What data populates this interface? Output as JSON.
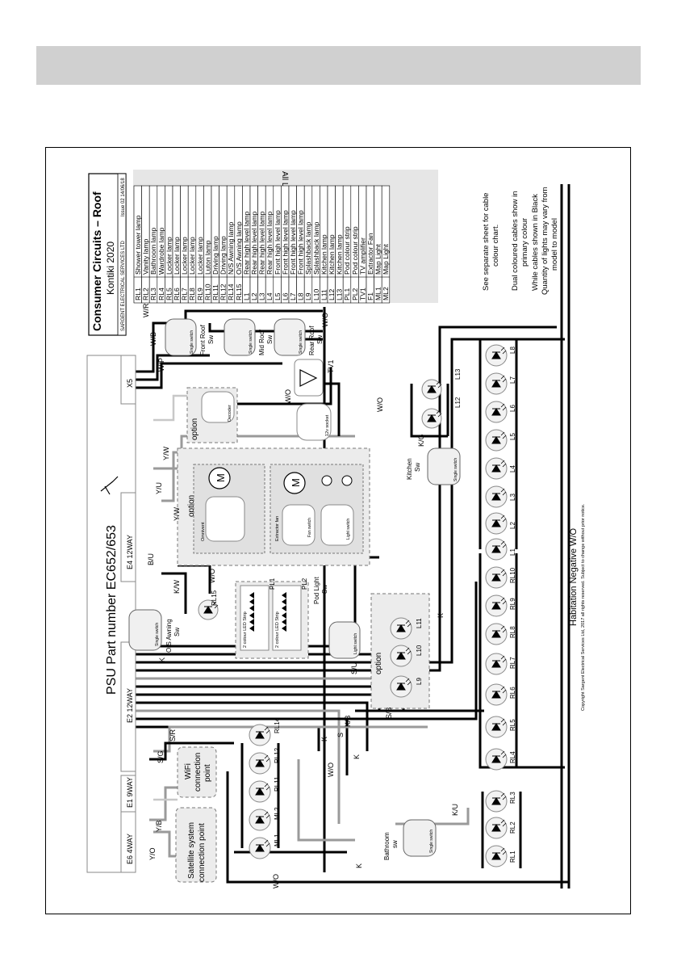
{
  "header": {
    "title": "Consumer Circuits – Roof",
    "subtitle": "Kontiki 2020",
    "company": "SARGENT ELECTRICAL SERVICES LTD",
    "issue": "Issue 02  14/06/18"
  },
  "psu_part": "PSU Part number EC652/653",
  "connectors": {
    "e6": "E6 4WAY",
    "e1": "E1 9WAY",
    "e2": "E2 12WAY",
    "e4": "E4 12WAY",
    "x5": "X5"
  },
  "all_led": "All LED",
  "legend": [
    {
      "code": "RL1",
      "desc": "Shower tower lamp"
    },
    {
      "code": "RL2",
      "desc": "Vanity lamp"
    },
    {
      "code": "RL3",
      "desc": "Bathroom lamp"
    },
    {
      "code": "RL4",
      "desc": "Wardrobe lamp"
    },
    {
      "code": "RL5",
      "desc": "Locker lamp"
    },
    {
      "code": "RL6",
      "desc": "Locker lamp"
    },
    {
      "code": "RL7",
      "desc": "Locker lamp"
    },
    {
      "code": "RL8",
      "desc": "Locker lamp"
    },
    {
      "code": "RL9",
      "desc": "Locker lamp"
    },
    {
      "code": "RL10",
      "desc": "Luton lamp"
    },
    {
      "code": "RL11",
      "desc": "Driving lamp"
    },
    {
      "code": "RL12",
      "desc": "Driving lamp"
    },
    {
      "code": "RL14",
      "desc": "N/S Awning lamp"
    },
    {
      "code": "RL15",
      "desc": "O/S Awning lamp"
    },
    {
      "code": "L1",
      "desc": "Rear high level lamp"
    },
    {
      "code": "L2",
      "desc": "Rear high level lamp"
    },
    {
      "code": "L3",
      "desc": "Rear high level lamp"
    },
    {
      "code": "L4",
      "desc": "Rear high level lamp"
    },
    {
      "code": "L5",
      "desc": "Front high level lamp"
    },
    {
      "code": "L6",
      "desc": "Front high level lamp"
    },
    {
      "code": "L7",
      "desc": "Front high level lamp"
    },
    {
      "code": "L8",
      "desc": "Front high level lamp"
    },
    {
      "code": "L9",
      "desc": "Splashback lamp"
    },
    {
      "code": "L10",
      "desc": "Splashback lamp"
    },
    {
      "code": "L11",
      "desc": "Kitchen lamp"
    },
    {
      "code": "L12",
      "desc": "Kitchen lamp"
    },
    {
      "code": "L13",
      "desc": "Kitchen lamp"
    },
    {
      "code": "PL1",
      "desc": "Pod colour strip"
    },
    {
      "code": "PL2",
      "desc": "Pod colour strip"
    },
    {
      "code": "TV1",
      "desc": "TV amplifier"
    },
    {
      "code": "F1",
      "desc": "Extractor Fan"
    },
    {
      "code": "ML1",
      "desc": "Map Light"
    },
    {
      "code": "ML2",
      "desc": "Map Light"
    }
  ],
  "notes": [
    "See separate sheet for cable",
    "colour chart.",
    "Dual coloured cables show in",
    "primary colour",
    "While cables shown in Black",
    "Quantity of lights may vary from",
    "model to model"
  ],
  "negative_label": "Habitation Negative W/O",
  "copyright": "Copyright Sargent Electrical Services Ltd, 2017 all rights reserved.  Subject to change without prior notice.",
  "boxes": {
    "satellite": [
      "Satellite system",
      "connection point"
    ],
    "wifi": [
      "WiFi",
      "connection",
      "point"
    ],
    "option": "option",
    "decoder": "Decoder",
    "socket12v": "12v socket",
    "omnivent": "Omnivent",
    "extractor_fan": "Extractor fan",
    "fan_switch": "Fan switch",
    "light_switch": "Light switch",
    "led_strip": "2 colour LED Strip",
    "single_switch": "Single switch",
    "front_roof_sw": [
      "Front Roof",
      "Sw"
    ],
    "mid_roof_sw": [
      "Mid Roof",
      "Sw"
    ],
    "rear_roof_sw": [
      "Rear Roof",
      "Sw"
    ],
    "os_awning_sw": [
      "O/S Awning",
      "Sw"
    ],
    "pod_light_sw": [
      "Pod Light",
      "Sw"
    ],
    "kitchen_sw": [
      "Kitchen",
      "Sw"
    ],
    "bathroom_sw": [
      "Bathroom",
      "sw"
    ],
    "motor": "M"
  },
  "wire_labels": {
    "wr": "W/R",
    "wb": "W/B",
    "wp": "W/P",
    "wo": "W/O",
    "yw": "Y/W",
    "yu": "Y/U",
    "bu": "B/U",
    "kw": "K/W",
    "k": "K",
    "su": "S/U",
    "sb": "S/B",
    "kb": "K/B",
    "s": "S",
    "sr": "S/R",
    "sg": "S/G",
    "yb": "Y/B",
    "yo": "Y/O",
    "kg": "K/G",
    "ku": "K/U"
  },
  "lamps": {
    "ml1": "ML1",
    "ml2": "ML2",
    "rl11": "RL11",
    "rl12": "RL12",
    "rl14": "RL14",
    "rl15": "RL15",
    "rl1": "RL1",
    "rl2": "RL2",
    "rl3": "RL3",
    "rl4": "RL4",
    "rl5": "RL5",
    "rl6": "RL6",
    "rl7": "RL7",
    "rl8": "RL8",
    "rl9": "RL9",
    "rl10": "RL10",
    "l1": "L1",
    "l2": "L2",
    "l3": "L3",
    "l4": "L4",
    "l5": "L5",
    "l6": "L6",
    "l7": "L7",
    "l8": "L8",
    "l9": "L9",
    "l10": "L10",
    "l11": "L11",
    "l12": "L12",
    "l13": "L13",
    "pl1": "PL1",
    "pl2": "PL2",
    "tv1": "TV1"
  }
}
